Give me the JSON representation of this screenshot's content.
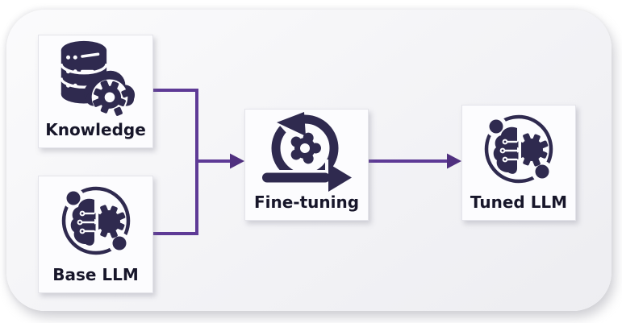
{
  "diagram": {
    "type": "flowchart",
    "nodes": [
      {
        "id": "knowledge",
        "label": "Knowledge",
        "icon": "database-gear-icon"
      },
      {
        "id": "base-llm",
        "label": "Base LLM",
        "icon": "brain-circuit-gear-icon"
      },
      {
        "id": "fine-tuning",
        "label": "Fine-tuning",
        "icon": "iterative-loop-gear-icon"
      },
      {
        "id": "tuned-llm",
        "label": "Tuned LLM",
        "icon": "brain-circuit-gear-icon"
      }
    ],
    "edges": [
      {
        "from": "knowledge",
        "to": "fine-tuning"
      },
      {
        "from": "base-llm",
        "to": "fine-tuning"
      },
      {
        "from": "fine-tuning",
        "to": "tuned-llm"
      }
    ],
    "colors": {
      "icon": "#2f2a4f",
      "connector": "#5e3a96",
      "arrowhead": "#50307f",
      "label_text": "#17162a",
      "node_background": "#fcfcfe",
      "panel_background": "#f2f2f5",
      "page_background": "#ffffff"
    }
  }
}
